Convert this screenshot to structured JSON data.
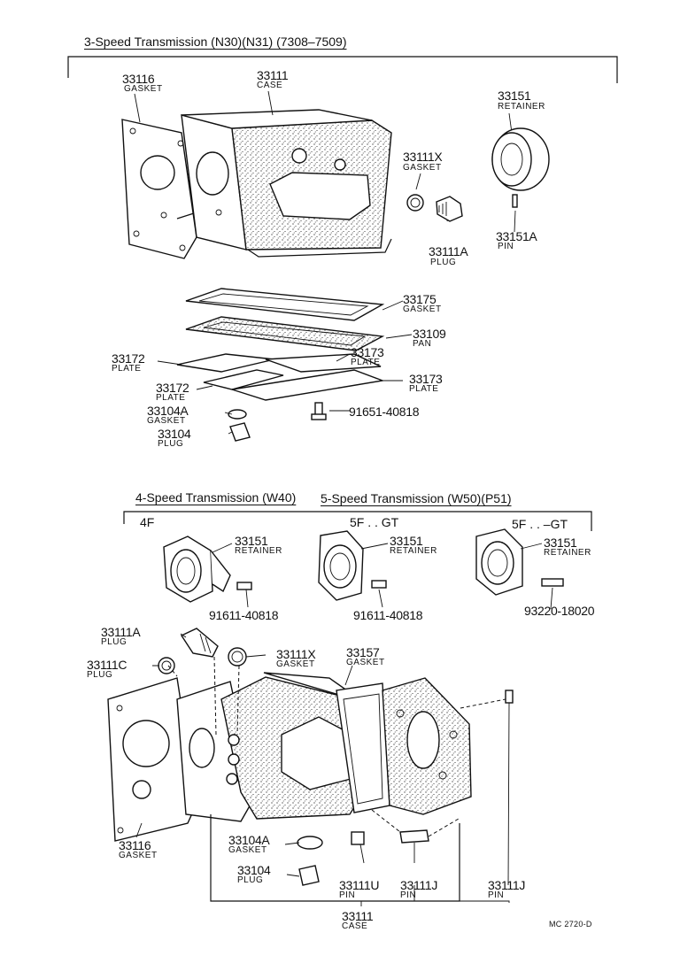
{
  "title_3speed": "3-Speed Transmission (N30)(N31) (7308–7509)",
  "title_45speed_a": "4-Speed Transmission (W40)",
  "title_45speed_b": "5-Speed Transmission (W50)(P51)",
  "variants": [
    "4F",
    "5F . . GT",
    "5F . . –GT"
  ],
  "parts_top": [
    {
      "no": "33116",
      "name": "GASKET"
    },
    {
      "no": "33111",
      "name": "CASE"
    },
    {
      "no": "33151",
      "name": "RETAINER"
    },
    {
      "no": "33111X",
      "name": "GASKET"
    },
    {
      "no": "33111A",
      "name": "PLUG"
    },
    {
      "no": "33151A",
      "name": "PIN"
    },
    {
      "no": "33175",
      "name": "GASKET"
    },
    {
      "no": "33109",
      "name": "PAN"
    },
    {
      "no": "33172",
      "name": "PLATE"
    },
    {
      "no": "33173",
      "name": "PLATE"
    },
    {
      "no": "33172",
      "name": "PLATE"
    },
    {
      "no": "33173",
      "name": "PLATE"
    },
    {
      "no": "33104A",
      "name": "GASKET"
    },
    {
      "no": "91651-40818",
      "name": ""
    },
    {
      "no": "33104",
      "name": "PLUG"
    }
  ],
  "parts_retainers": [
    {
      "no": "33151",
      "name": "RETAINER",
      "bolt": "91611-40818"
    },
    {
      "no": "33151",
      "name": "RETAINER",
      "bolt": "91611-40818"
    },
    {
      "no": "33151",
      "name": "RETAINER",
      "bolt": "93220-18020"
    }
  ],
  "parts_bottom": [
    {
      "no": "33111A",
      "name": "PLUG"
    },
    {
      "no": "33111X",
      "name": "GASKET"
    },
    {
      "no": "33111C",
      "name": "PLUG"
    },
    {
      "no": "33157",
      "name": "GASKET"
    },
    {
      "no": "33116",
      "name": "GASKET"
    },
    {
      "no": "33104A",
      "name": "GASKET"
    },
    {
      "no": "33104",
      "name": "PLUG"
    },
    {
      "no": "33111U",
      "name": "PIN"
    },
    {
      "no": "33111J",
      "name": "PIN"
    },
    {
      "no": "33111J",
      "name": "PIN"
    },
    {
      "no": "33111",
      "name": "CASE"
    }
  ],
  "figure_code": "MC 2720-D"
}
